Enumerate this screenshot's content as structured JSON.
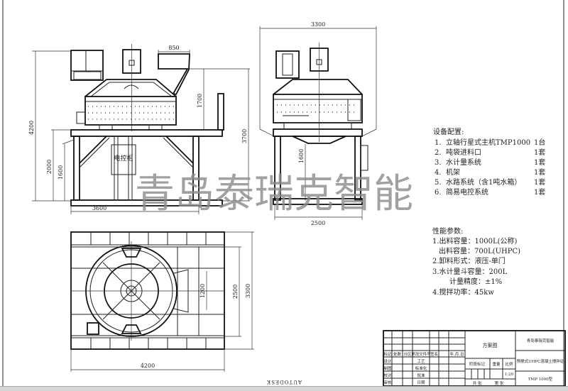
{
  "drawing": {
    "front_view": {
      "dims": {
        "overall_height": "4200",
        "hopper_width": "850",
        "hopper_height": "1700",
        "frame_height": "2000",
        "clearance": "1600",
        "total_height": "3700",
        "width": "3600"
      },
      "control_cabinet_label": "电控柜"
    },
    "side_view": {
      "dims": {
        "width_top": "3300",
        "clearance": "1600",
        "width": "2500"
      }
    },
    "plan_view": {
      "dims": {
        "length": "4200",
        "inner_width": "2500",
        "outer_width": "3300",
        "opening": "1200"
      }
    },
    "watermark": "青岛泰瑞克智能",
    "autodesk_mark": "AUTODESK"
  },
  "equipment": {
    "title": "设备配置:",
    "items": [
      {
        "no": "1.",
        "name": "立轴行星式主机TMP1000",
        "qty": "1台"
      },
      {
        "no": "2.",
        "name": "吨袋进料口",
        "qty": "1套"
      },
      {
        "no": "3.",
        "name": "水计量系统",
        "qty": "1套"
      },
      {
        "no": "4.",
        "name": "机架",
        "qty": "1套"
      },
      {
        "no": "5.",
        "name": "水路系统（含1吨水箱）",
        "qty": "1套"
      },
      {
        "no": "6.",
        "name": "简易电控系统",
        "qty": "1套"
      }
    ]
  },
  "performance": {
    "title": "性能参数:",
    "lines": [
      "1.出料容量：1000L(公称)",
      "出料容量：700L(UHPC)",
      "2.卸料形式：液压-单门",
      "3.水计量斗容量：200L",
      "计量精度：±1%",
      "4.搅拌功率：45kw"
    ]
  },
  "title_block": {
    "company": "青岛泰瑞克智能",
    "drawing_type": "方案图",
    "product": "预搅式UHPC混凝土搅拌站",
    "model": "TMP 1000型",
    "header": [
      "标记",
      "处数",
      "分区",
      "更改文件号",
      "签名",
      "年.月.日"
    ],
    "roles_left": [
      "设计",
      "制图",
      "校对",
      "审核"
    ],
    "roles_mid": [
      "工艺",
      "标准化",
      "批准",
      "日期"
    ],
    "stage_label": "阶段标记",
    "weight_label": "重量",
    "scale_label": "比例",
    "scale_value": "1:20",
    "sheet_total": "共  张",
    "sheet_no": "第  张"
  }
}
